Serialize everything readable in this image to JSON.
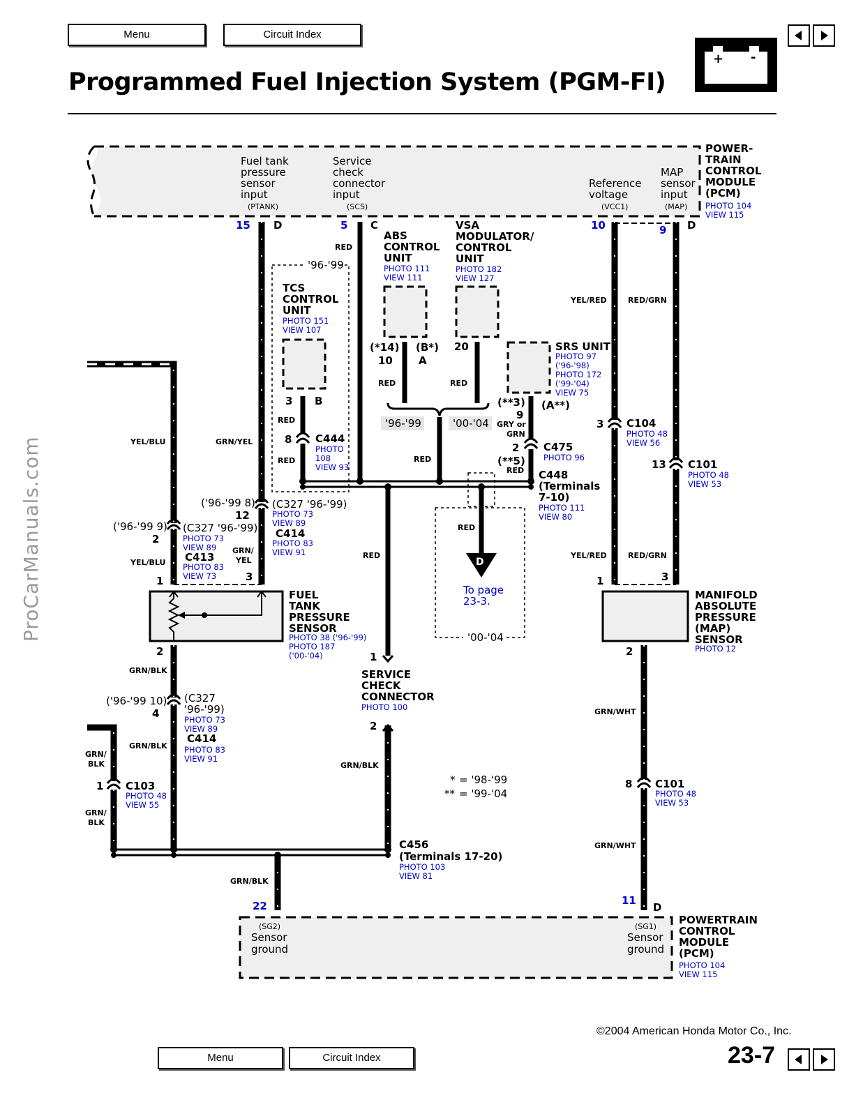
{
  "nav": {
    "menu": "Menu",
    "circuit_index": "Circuit Index"
  },
  "header": {
    "title": "Programmed Fuel Injection System (PGM-FI)",
    "battery_plus": "+",
    "battery_minus": "-"
  },
  "watermark": "ProCarManuals.com",
  "footer": {
    "copyright": "©2004 American Honda Motor Co., Inc.",
    "page": "23-7"
  },
  "pcm_top": {
    "name": [
      "POWER-",
      "TRAIN",
      "CONTROL",
      "MODULE",
      "(PCM)"
    ],
    "refs": [
      "PHOTO 104",
      "VIEW 115"
    ],
    "inputs": [
      {
        "lines": [
          "Fuel tank",
          "pressure",
          "sensor",
          "input"
        ],
        "signal": "(PTANK)",
        "pin": "15",
        "conn": "D"
      },
      {
        "lines": [
          "Service",
          "check",
          "connector",
          "input"
        ],
        "signal": "(SCS)",
        "pin": "5",
        "conn": "C"
      },
      {
        "lines": [
          "Reference",
          "voltage"
        ],
        "signal": "(VCC1)",
        "pin": "10",
        "conn": ""
      },
      {
        "lines": [
          "MAP",
          "sensor",
          "input"
        ],
        "signal": "(MAP)",
        "pin": "9",
        "conn": "D"
      }
    ]
  },
  "pcm_bottom": {
    "name": [
      "POWERTRAIN",
      "CONTROL",
      "MODULE",
      "(PCM)"
    ],
    "refs": [
      "PHOTO 104",
      "VIEW 115"
    ],
    "left": {
      "signal": "(SG2)",
      "lines": [
        "Sensor",
        "ground"
      ],
      "pin": "22"
    },
    "right": {
      "signal": "(SG1)",
      "lines": [
        "Sensor",
        "ground"
      ],
      "pin": "11",
      "conn": "D"
    }
  },
  "components": {
    "tcs": {
      "years": "'96-'99",
      "name": [
        "TCS",
        "CONTROL",
        "UNIT"
      ],
      "refs": [
        "PHOTO 151",
        "VIEW 107"
      ],
      "pins": [
        "3",
        "B"
      ]
    },
    "abs": {
      "name": [
        "ABS",
        "CONTROL",
        "UNIT"
      ],
      "refs": [
        "PHOTO 111",
        "VIEW 111"
      ],
      "pin_a": "(*14)",
      "pin_b": "(B*)",
      "pin_c": "10",
      "pin_d": "A"
    },
    "vsa": {
      "name": [
        "VSA",
        "MODULATOR/",
        "CONTROL",
        "UNIT"
      ],
      "refs": [
        "PHOTO 182",
        "VIEW 127"
      ],
      "pin": "20"
    },
    "srs": {
      "name": "SRS UNIT",
      "refs": [
        "PHOTO 97",
        "('96-'98)",
        "PHOTO 172",
        "('99-'04)",
        "VIEW 75"
      ],
      "pin_a": "(**3)",
      "pin_b": "(A**)"
    },
    "fuel_tank_sensor": {
      "name": [
        "FUEL",
        "TANK",
        "PRESSURE",
        "SENSOR"
      ],
      "refs": [
        "PHOTO 38 ('96-'99)",
        "PHOTO 187",
        "('00-'04)"
      ],
      "pins": [
        "1",
        "3",
        "2"
      ]
    },
    "map_sensor": {
      "name": [
        "MANIFOLD",
        "ABSOLUTE",
        "PRESSURE",
        "(MAP)",
        "SENSOR"
      ],
      "refs": [
        "PHOTO 12"
      ],
      "pins": [
        "1",
        "3",
        "2"
      ]
    },
    "service_check": {
      "name": [
        "SERVICE",
        "CHECK",
        "CONNECTOR"
      ],
      "refs": [
        "PHOTO 100"
      ],
      "pins": [
        "1",
        "2"
      ]
    }
  },
  "connectors": {
    "c444": {
      "pin": "8",
      "name": "C444",
      "refs": [
        "PHOTO",
        "108",
        "VIEW 93"
      ]
    },
    "c475": {
      "pin": "2",
      "name": "C475",
      "refs": [
        "PHOTO 96"
      ]
    },
    "c448": {
      "pin": "(**5)",
      "name": "C448",
      "sub": [
        "(Terminals",
        "7-10)"
      ],
      "refs": [
        "PHOTO 111",
        "VIEW 80"
      ]
    },
    "c104": {
      "pin": "3",
      "name": "C104",
      "refs": [
        "PHOTO 48",
        "VIEW 56"
      ]
    },
    "c101_top": {
      "pin": "13",
      "name": "C101",
      "refs": [
        "PHOTO 48",
        "VIEW 53"
      ]
    },
    "c327_a": {
      "pin_old": "('96-'99 8)",
      "pin": "12",
      "name": "(C327 '96-'99)",
      "refs": [
        "PHOTO 73",
        "VIEW 89"
      ]
    },
    "c414_a": {
      "name": "C414",
      "refs": [
        "PHOTO 83",
        "VIEW 91"
      ]
    },
    "c327_b": {
      "pin_old": "('96-'99 9)",
      "pin": "2",
      "name": "(C327 '96-'99)",
      "refs": [
        "PHOTO 73",
        "VIEW 89"
      ]
    },
    "c413": {
      "name": "C413",
      "refs": [
        "PHOTO 83",
        "VIEW 73"
      ]
    },
    "c327_c": {
      "pin_old": "('96-'99 10)",
      "pin": "4",
      "name": "(C327",
      "name2": "'96-'99)",
      "refs": [
        "PHOTO 73",
        "VIEW 89"
      ]
    },
    "c414_b": {
      "name": "C414",
      "refs": [
        "PHOTO 83",
        "VIEW 91"
      ]
    },
    "c103": {
      "pin": "1",
      "name": "C103",
      "refs": [
        "PHOTO 48",
        "VIEW 55"
      ]
    },
    "c456": {
      "name": "C456",
      "sub": "(Terminals  17-20)",
      "refs": [
        "PHOTO 103",
        "VIEW 81"
      ]
    },
    "c101_bottom": {
      "pin": "8",
      "name": "C101",
      "refs": [
        "PHOTO 48",
        "VIEW 53"
      ]
    }
  },
  "wires": {
    "red": "RED",
    "yel_blu": "YEL/BLU",
    "grn_yel": "GRN/YEL",
    "grn_yel_split": [
      "GRN/",
      "YEL"
    ],
    "grn_blk": "GRN/BLK",
    "grn_blk_split": [
      "GRN/",
      "BLK"
    ],
    "yel_red": "YEL/RED",
    "red_grn": "RED/GRN",
    "grn_wht": "GRN/WHT",
    "gry_or_grn": [
      "GRY or",
      "GRN"
    ],
    "srs_pin": "9"
  },
  "years": {
    "early": "'96-'99",
    "late": "'00-'04"
  },
  "offpage": {
    "letter": "D",
    "text": [
      "To page",
      "23-3."
    ],
    "years": "'00-'04"
  },
  "legend": [
    {
      "sym": "*",
      "text": "= '98-'99"
    },
    {
      "sym": "**",
      "text": "= '99-'04"
    }
  ]
}
